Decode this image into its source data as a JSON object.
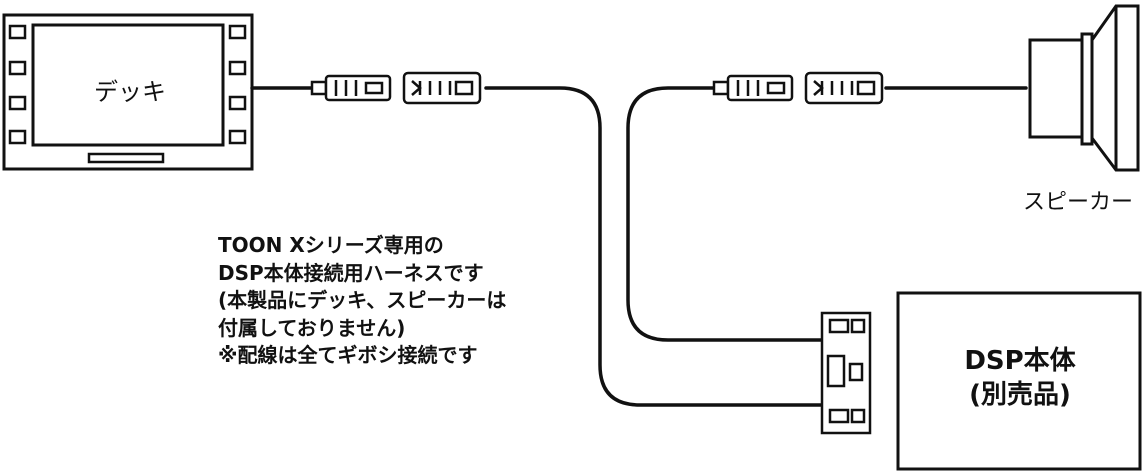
{
  "deck": {
    "label": "デッキ"
  },
  "speaker": {
    "label": "スピーカー"
  },
  "description": {
    "lines": [
      "TOON Xシリーズ専用の",
      "DSP本体接続用ハーネスです",
      "(本製品にデッキ、スピーカーは",
      "付属しておりません)",
      "※配線は全てギボシ接続です"
    ]
  },
  "dsp_unit": {
    "title": "DSP本体",
    "note": "(別売品)"
  },
  "colors": {
    "line": "#111111",
    "background": "#ffffff"
  }
}
